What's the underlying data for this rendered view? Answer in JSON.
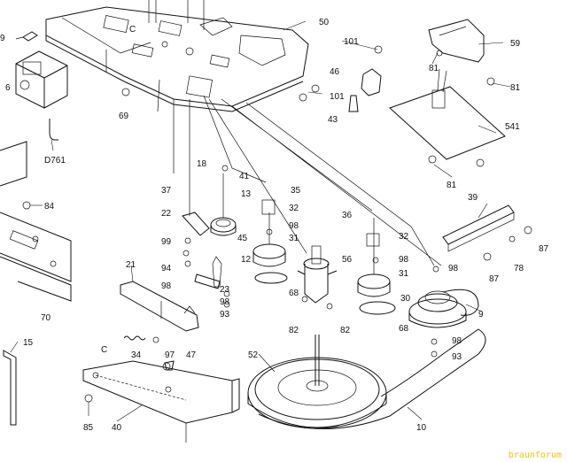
{
  "diagram": {
    "parts": [
      {
        "id": "p6",
        "label": "6"
      },
      {
        "id": "p9",
        "label": "9"
      },
      {
        "id": "p10",
        "label": "10"
      },
      {
        "id": "p12",
        "label": "12"
      },
      {
        "id": "p13",
        "label": "13"
      },
      {
        "id": "p15",
        "label": "15"
      },
      {
        "id": "p18",
        "label": "18"
      },
      {
        "id": "p21",
        "label": "21"
      },
      {
        "id": "p22",
        "label": "22"
      },
      {
        "id": "p23",
        "label": "23"
      },
      {
        "id": "p30",
        "label": "30"
      },
      {
        "id": "p31a",
        "label": "31"
      },
      {
        "id": "p31b",
        "label": "31"
      },
      {
        "id": "p32a",
        "label": "32"
      },
      {
        "id": "p32b",
        "label": "32"
      },
      {
        "id": "p34",
        "label": "34"
      },
      {
        "id": "p35",
        "label": "35"
      },
      {
        "id": "p36",
        "label": "36"
      },
      {
        "id": "p37",
        "label": "37"
      },
      {
        "id": "p39",
        "label": "39"
      },
      {
        "id": "p40",
        "label": "40"
      },
      {
        "id": "p41",
        "label": "41"
      },
      {
        "id": "p43",
        "label": "43"
      },
      {
        "id": "p45",
        "label": "45"
      },
      {
        "id": "p46",
        "label": "46"
      },
      {
        "id": "p47",
        "label": "47"
      },
      {
        "id": "p50",
        "label": "50"
      },
      {
        "id": "p52",
        "label": "52"
      },
      {
        "id": "p56",
        "label": "56"
      },
      {
        "id": "p59",
        "label": "59"
      },
      {
        "id": "p68a",
        "label": "68"
      },
      {
        "id": "p68b",
        "label": "68"
      },
      {
        "id": "p69",
        "label": "69"
      },
      {
        "id": "p70",
        "label": "70"
      },
      {
        "id": "p78",
        "label": "78"
      },
      {
        "id": "p81a",
        "label": "81"
      },
      {
        "id": "p81b",
        "label": "81"
      },
      {
        "id": "p81c",
        "label": "81"
      },
      {
        "id": "p82a",
        "label": "82"
      },
      {
        "id": "p82b",
        "label": "82"
      },
      {
        "id": "p84",
        "label": "84"
      },
      {
        "id": "p85",
        "label": "85"
      },
      {
        "id": "p87a",
        "label": "87"
      },
      {
        "id": "p87b",
        "label": "87"
      },
      {
        "id": "p93a",
        "label": "93"
      },
      {
        "id": "p93b",
        "label": "93"
      },
      {
        "id": "p94",
        "label": "94"
      },
      {
        "id": "p97",
        "label": "97"
      },
      {
        "id": "p98a",
        "label": "98"
      },
      {
        "id": "p98b",
        "label": "98"
      },
      {
        "id": "p98c",
        "label": "98"
      },
      {
        "id": "p98d",
        "label": "98"
      },
      {
        "id": "p98e",
        "label": "98"
      },
      {
        "id": "p98f",
        "label": "98"
      },
      {
        "id": "p99",
        "label": "99"
      },
      {
        "id": "p101a",
        "label": "101"
      },
      {
        "id": "p101b",
        "label": "101"
      },
      {
        "id": "p541",
        "label": "541"
      },
      {
        "id": "pD761",
        "label": "D761"
      },
      {
        "id": "p9left",
        "label": "9"
      },
      {
        "id": "pC1",
        "label": "C"
      },
      {
        "id": "pC2",
        "label": "C"
      }
    ],
    "watermark": "braunforum"
  }
}
